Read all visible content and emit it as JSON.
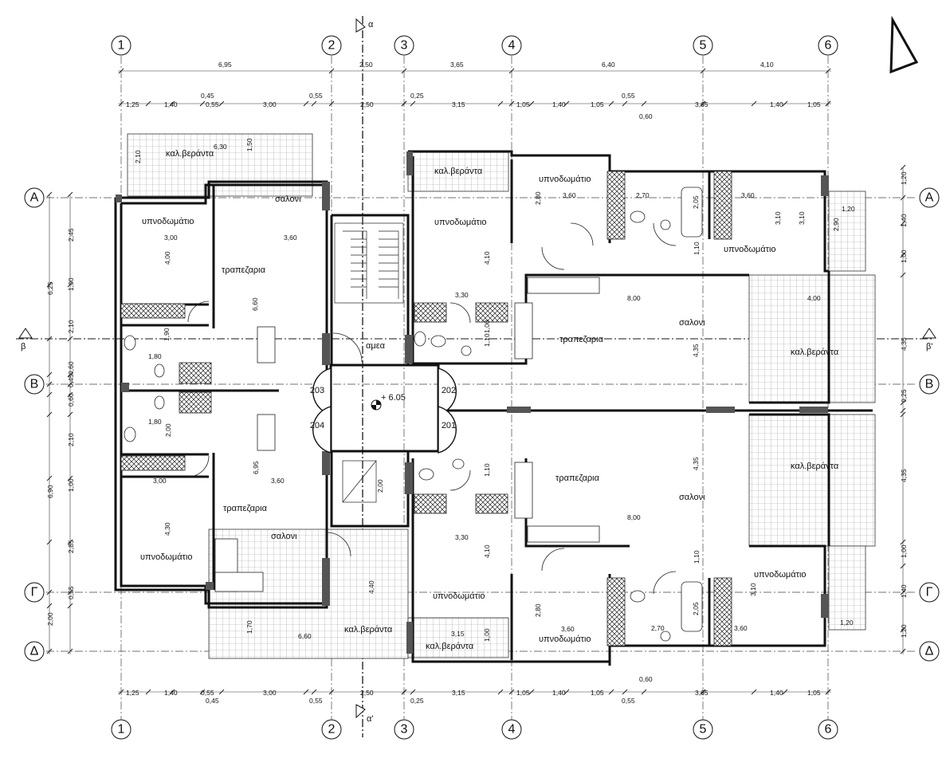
{
  "grid": {
    "cols": [
      "1",
      "2",
      "3",
      "4",
      "5",
      "6"
    ],
    "rows": [
      "Α",
      "Β",
      "Γ",
      "Δ"
    ],
    "section_top": "α",
    "section_bottom": "α'",
    "section_left": "β",
    "section_right": "β'"
  },
  "dims_top_overall": [
    "6,95",
    "2,50",
    "3,65",
    "6,40",
    "4,10"
  ],
  "dims_top_detail": [
    "1,25",
    "1,40",
    "0,45",
    "0,55",
    "3,00",
    "0,55",
    "2,50",
    "0,25",
    "3,15",
    "1,05",
    "1,40",
    "1,05",
    "0,55",
    "0,60",
    "3,65",
    "1,40",
    "1,05"
  ],
  "dims_bottom_detail": [
    "1,25",
    "1,40",
    "0,55",
    "0,45",
    "3,00",
    "0,55",
    "2,50",
    "0,25",
    "3,15",
    "1,05",
    "1,40",
    "1,05",
    "0,55",
    "0,60",
    "3,65",
    "1,40",
    "1,05"
  ],
  "dims_left_overall": [
    "6,25",
    "6,90",
    "2,00"
  ],
  "dims_left_detail": [
    "2,45",
    "1,00",
    "2,10",
    "0,60",
    "0,45",
    "0,60",
    "2,10",
    "1,00",
    "2,85",
    "0,55"
  ],
  "dims_right": [
    "1,20",
    "1,40",
    "1,00",
    "4,35",
    "0,25",
    "4,35",
    "1,00",
    "1,40",
    "1,20"
  ],
  "rooms": {
    "bedroom": "υπνοδωμάτιο",
    "living": "σαλονι",
    "dining": "τραπεζαρια",
    "veranda": "καλ.βεράντα",
    "ameA": "αμεα"
  },
  "apartments": [
    "203",
    "202",
    "204",
    "201"
  ],
  "level": "+ 6.05",
  "inner_dims": [
    "6,30",
    "1,50",
    "2,10",
    "3,00",
    "3,60",
    "4,00",
    "6,60",
    "1,90",
    "1,80",
    "1,80",
    "2,00",
    "6,95",
    "3,00",
    "3,60",
    "4,30",
    "1,70",
    "6,60",
    "4,40",
    "3,60",
    "2,80",
    "2,70",
    "2,05",
    "3,60",
    "3,10",
    "3,10",
    "1,10",
    "2,90",
    "1,20",
    "4,10",
    "3,30",
    "8,00",
    "4,00",
    "4,35",
    "1,10",
    "1,00",
    "1,10",
    "2,00",
    "3,30",
    "8,00",
    "4,10",
    "4,35",
    "1,10",
    "3,60",
    "2,80",
    "2,70",
    "2,05",
    "3,60",
    "3,10",
    "1,20",
    "3,15",
    "1,00"
  ]
}
